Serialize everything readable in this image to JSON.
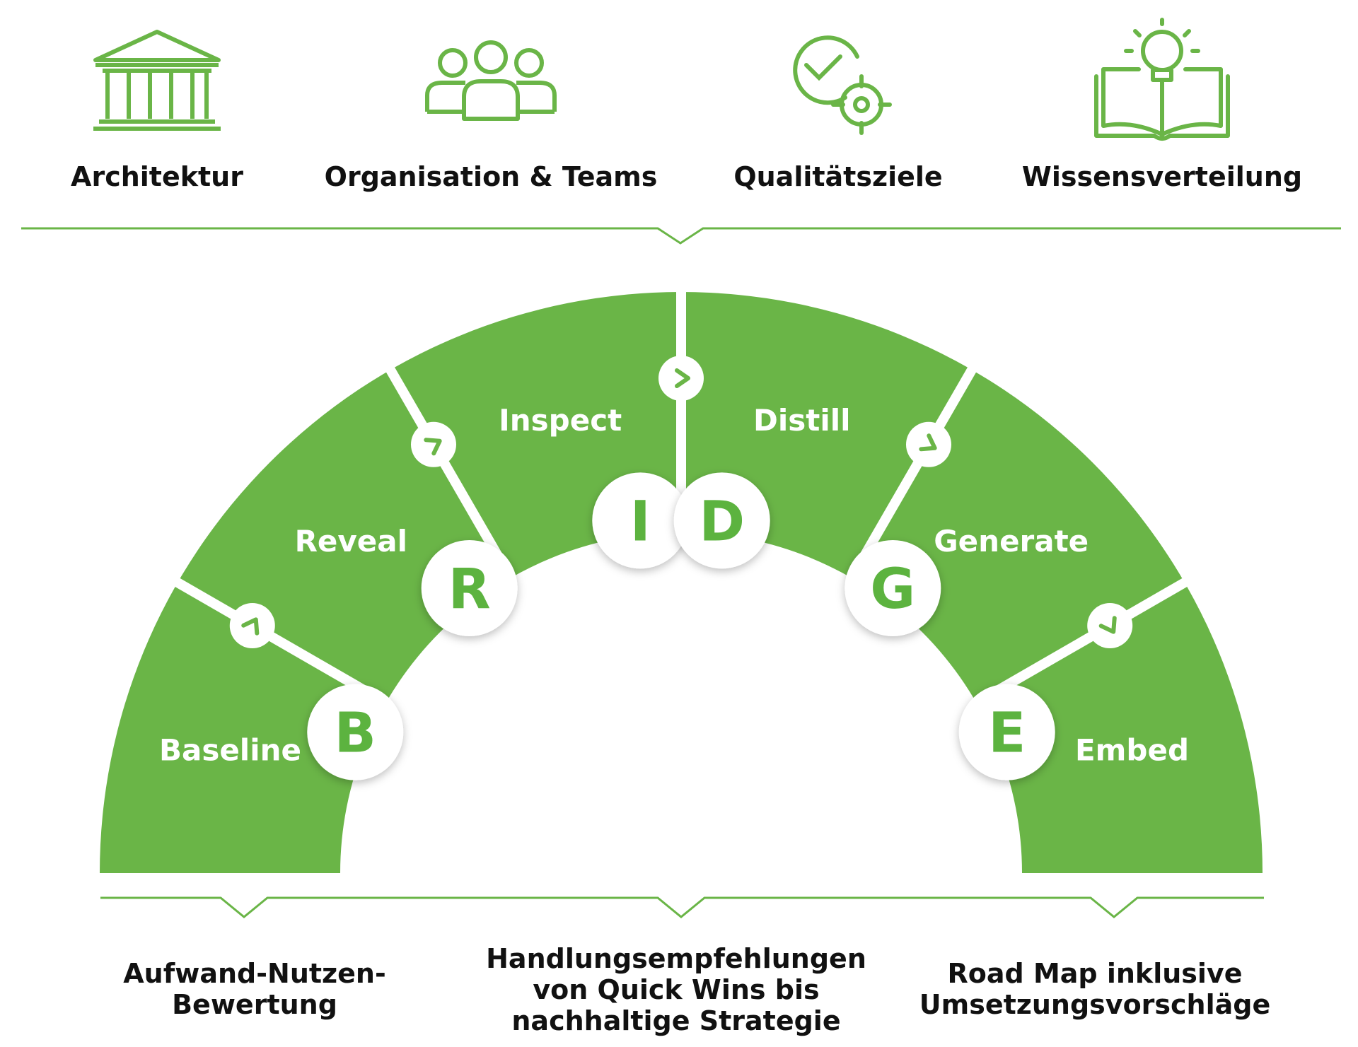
{
  "categories": [
    {
      "label": "Architektur",
      "icon": "building-columns-icon"
    },
    {
      "label": "Organisation & Teams",
      "icon": "team-people-icon"
    },
    {
      "label": "Qualitätsziele",
      "icon": "check-target-icon"
    },
    {
      "label": "Wissensverteilung",
      "icon": "book-lightbulb-icon"
    }
  ],
  "bridge": {
    "segments": [
      {
        "name": "Baseline",
        "letter": "B"
      },
      {
        "name": "Reveal",
        "letter": "R"
      },
      {
        "name": "Inspect",
        "letter": "I"
      },
      {
        "name": "Distill",
        "letter": "D"
      },
      {
        "name": "Generate",
        "letter": "G"
      },
      {
        "name": "Embed",
        "letter": "E"
      }
    ]
  },
  "outcomes": [
    "Aufwand-Nutzen-\nBewertung",
    "Handlungsempfehlungen\nvon Quick Wins bis\nnachhaltige Strategie",
    "Road Map inklusive\nUmsetzungsvorschläge"
  ],
  "colors": {
    "accent": "#6ab547",
    "letter": "#5cb33f",
    "text": "#111111"
  }
}
